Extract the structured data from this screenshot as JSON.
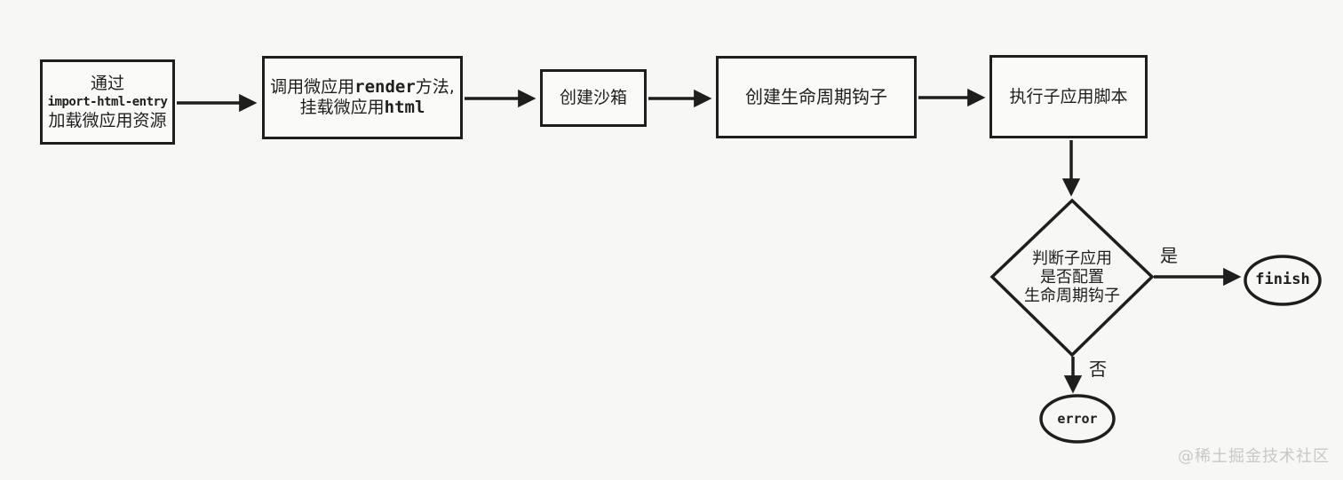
{
  "canvas": {
    "bg_color": "#f7f7f5",
    "stroke_color": "#1e1e1e",
    "watermark_color": "#c8c8c8"
  },
  "nodes": {
    "load": {
      "line1": "通过",
      "line2": "import-html-entry",
      "line3": "加载微应用资源"
    },
    "render": {
      "line1_zh1": "调用微应用",
      "line1_en": "render",
      "line1_zh2": "方法,",
      "line2_zh1": "挂载微应用",
      "line2_en": "html"
    },
    "sandbox": {
      "label": "创建沙箱"
    },
    "lifecycle": {
      "label": "创建生命周期钩子"
    },
    "execute": {
      "label": "执行子应用脚本"
    },
    "decision": {
      "line1": "判断子应用",
      "line2": "是否配置",
      "line3": "生命周期钩子"
    },
    "finish": {
      "label": "finish"
    },
    "error": {
      "label": "error"
    }
  },
  "edges": {
    "yes_label": "是",
    "no_label": "否"
  },
  "watermark": "@稀土掘金技术社区"
}
